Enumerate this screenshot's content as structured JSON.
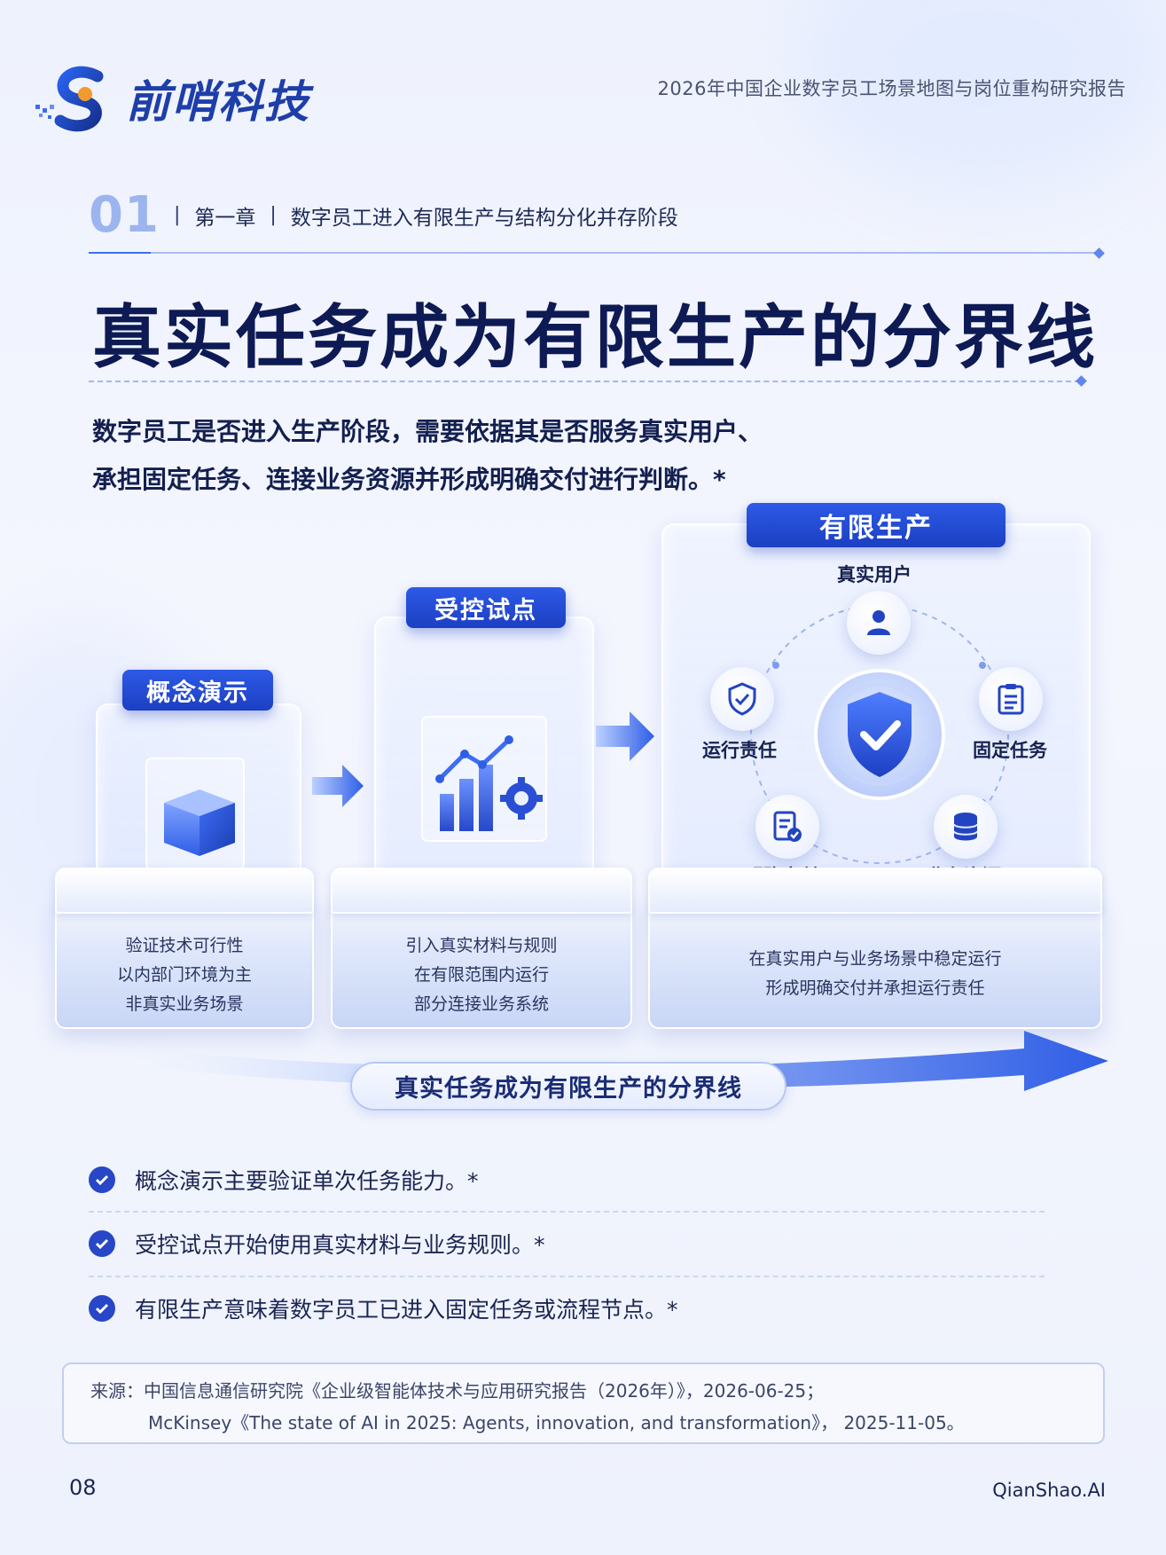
{
  "header": {
    "logo_text": "前哨科技",
    "report_title": "2026年中国企业数字员工场景地图与岗位重构研究报告"
  },
  "chapter": {
    "number": "01",
    "label": "第一章",
    "title": "数字员工进入有限生产与结构分化并存阶段"
  },
  "main_title": "真实任务成为有限生产的分界线",
  "lead": {
    "line1": "数字员工是否进入生产阶段，需要依据其是否服务真实用户、",
    "line2": "承担固定任务、连接业务资源并形成明确交付进行判断。*"
  },
  "stages": [
    {
      "label": "概念演示",
      "desc": [
        "验证技术可行性",
        "以内部门环境为主",
        "非真实业务场景"
      ]
    },
    {
      "label": "受控试点",
      "desc": [
        "引入真实材料与规则",
        "在有限范围内运行",
        "部分连接业务系统"
      ]
    },
    {
      "label": "有限生产",
      "desc": [
        "在真实用户与业务场景中稳定运行",
        "形成明确交付并承担运行责任"
      ],
      "nodes": {
        "top": "真实用户",
        "left": "运行责任",
        "right": "固定任务",
        "bottom_left": "明确交付",
        "bottom_right": "业务资源"
      }
    }
  ],
  "banner": "真实任务成为有限生产的分界线",
  "bullets": [
    "概念演示主要验证单次任务能力。*",
    "受控试点开始使用真实材料与业务规则。*",
    "有限生产意味着数字员工已进入固定任务或流程节点。*"
  ],
  "source": {
    "line1": "来源：中国信息通信研究院《企业级智能体技术与应用研究报告（2026年）》，2026-06-25；",
    "line2": "McKinsey《The state of AI in 2025: Agents, innovation, and transformation》， 2025-11-05。"
  },
  "footer": {
    "page_number": "08",
    "brand": "QianShao.AI"
  },
  "colors": {
    "primary": "#1f44c8",
    "accent": "#3d6df2",
    "title": "#0d1a54"
  }
}
